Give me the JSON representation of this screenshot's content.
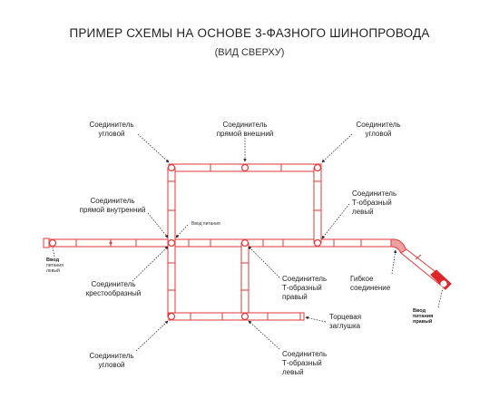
{
  "title": "ПРИМЕР СХЕМЫ НА ОСНОВЕ 3-ФАЗНОГО ШИНОПРОВОДА",
  "subtitle": "(ВИД СВЕРХУ)",
  "labels": {
    "corner_top_left": [
      "Соединитель",
      "угловой"
    ],
    "straight_outer": [
      "Соединитель",
      "прямой внешний"
    ],
    "corner_top_right": [
      "Соединитель",
      "угловой"
    ],
    "straight_inner": [
      "Соединитель",
      "прямой внутренний"
    ],
    "power_input_mid": "Ввод питания",
    "t_right_top": [
      "Соединитель",
      "Т-образный",
      "левый"
    ],
    "power_input_left": [
      "Ввод",
      "питания",
      "левый"
    ],
    "cross": [
      "Соединитель",
      "крестообразный"
    ],
    "t_middle": [
      "Соединитель",
      "Т-образный",
      "правый"
    ],
    "flexible": [
      "Гибкое",
      "соединение"
    ],
    "power_input_right": [
      "Ввод",
      "питания",
      "правый"
    ],
    "end_cap": [
      "Торцевая",
      "заглушка"
    ],
    "corner_bottom": [
      "Соединитель",
      "угловой"
    ],
    "t_bottom": [
      "Соединитель",
      "Т-образный",
      "левый"
    ]
  },
  "colors": {
    "track_stroke": "#e23a3a",
    "track_fill": "#ffffff",
    "accent_red": "#e0252a",
    "leader": "#222222"
  }
}
